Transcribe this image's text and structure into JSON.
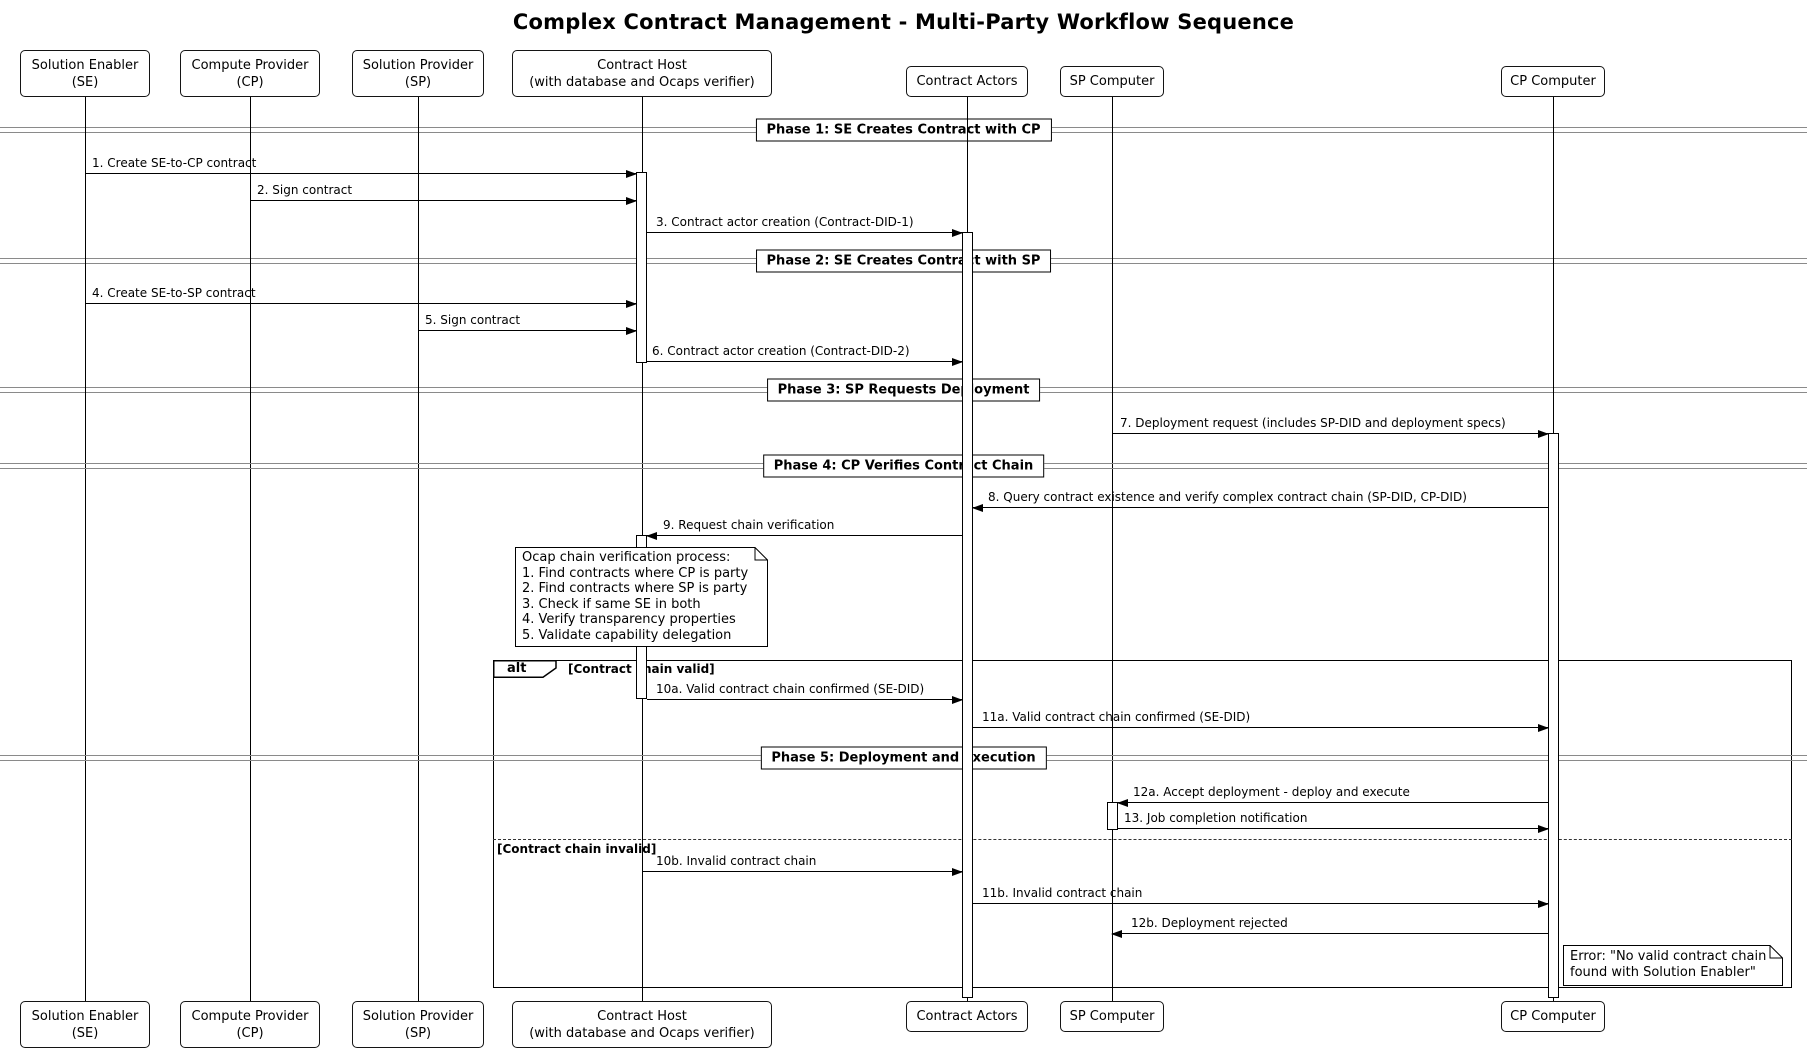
{
  "title": "Complex Contract Management - Multi-Party Workflow Sequence",
  "diagram_type": "uml-sequence",
  "participants": [
    {
      "label": "Solution Enabler\n(SE)"
    },
    {
      "label": "Compute Provider\n(CP)"
    },
    {
      "label": "Solution Provider\n(SP)"
    },
    {
      "label": "Contract Host\n(with database and Ocaps verifier)"
    },
    {
      "label": "Contract Actors"
    },
    {
      "label": "SP Computer"
    },
    {
      "label": "CP Computer"
    }
  ],
  "phases": [
    {
      "label": "Phase 1: SE Creates Contract with CP"
    },
    {
      "label": "Phase 2: SE Creates Contract with SP"
    },
    {
      "label": "Phase 3: SP Requests Deployment"
    },
    {
      "label": "Phase 4: CP Verifies Contract Chain"
    },
    {
      "label": "Phase 5: Deployment and Execution"
    }
  ],
  "messages": [
    {
      "label": "1. Create SE-to-CP contract",
      "from": "Solution Enabler (SE)",
      "to": "Contract Host"
    },
    {
      "label": "2. Sign contract",
      "from": "Compute Provider (CP)",
      "to": "Contract Host"
    },
    {
      "label": "3. Contract actor creation (Contract-DID-1)",
      "from": "Contract Host",
      "to": "Contract Actors"
    },
    {
      "label": "4. Create SE-to-SP contract",
      "from": "Solution Enabler (SE)",
      "to": "Contract Host"
    },
    {
      "label": "5. Sign contract",
      "from": "Solution Provider (SP)",
      "to": "Contract Host"
    },
    {
      "label": "6. Contract actor creation (Contract-DID-2)",
      "from": "Contract Host",
      "to": "Contract Actors"
    },
    {
      "label": "7. Deployment request (includes SP-DID and deployment specs)",
      "from": "SP Computer",
      "to": "CP Computer"
    },
    {
      "label": "8. Query contract existence and verify complex contract chain (SP-DID, CP-DID)",
      "from": "CP Computer",
      "to": "Contract Actors"
    },
    {
      "label": "9. Request chain verification",
      "from": "Contract Actors",
      "to": "Contract Host"
    },
    {
      "label": "10a. Valid contract chain confirmed (SE-DID)",
      "from": "Contract Host",
      "to": "Contract Actors",
      "branch": "[Contract chain valid]"
    },
    {
      "label": "11a. Valid contract chain confirmed (SE-DID)",
      "from": "Contract Actors",
      "to": "CP Computer",
      "branch": "[Contract chain valid]"
    },
    {
      "label": "12a. Accept deployment - deploy and execute",
      "from": "CP Computer",
      "to": "SP Computer",
      "branch": "[Contract chain valid]"
    },
    {
      "label": "13. Job completion notification",
      "from": "SP Computer",
      "to": "CP Computer",
      "branch": "[Contract chain valid]"
    },
    {
      "label": "10b. Invalid contract chain",
      "from": "Contract Host",
      "to": "Contract Actors",
      "branch": "[Contract chain invalid]"
    },
    {
      "label": "11b. Invalid contract chain",
      "from": "Contract Actors",
      "to": "CP Computer",
      "branch": "[Contract chain invalid]"
    },
    {
      "label": "12b. Deployment rejected",
      "from": "CP Computer",
      "to": "SP Computer",
      "branch": "[Contract chain invalid]"
    }
  ],
  "alt_block": {
    "operator": "alt",
    "branches": [
      {
        "condition": "[Contract chain valid]"
      },
      {
        "condition": "[Contract chain invalid]"
      }
    ]
  },
  "notes": [
    {
      "text": "Ocap chain verification process:\n1. Find contracts where CP is party\n2. Find contracts where SP is party\n3. Check if same SE in both\n4. Verify transparency properties\n5. Validate capability delegation"
    },
    {
      "text": "Error: \"No valid contract chain\nfound with Solution Enabler\""
    }
  ]
}
